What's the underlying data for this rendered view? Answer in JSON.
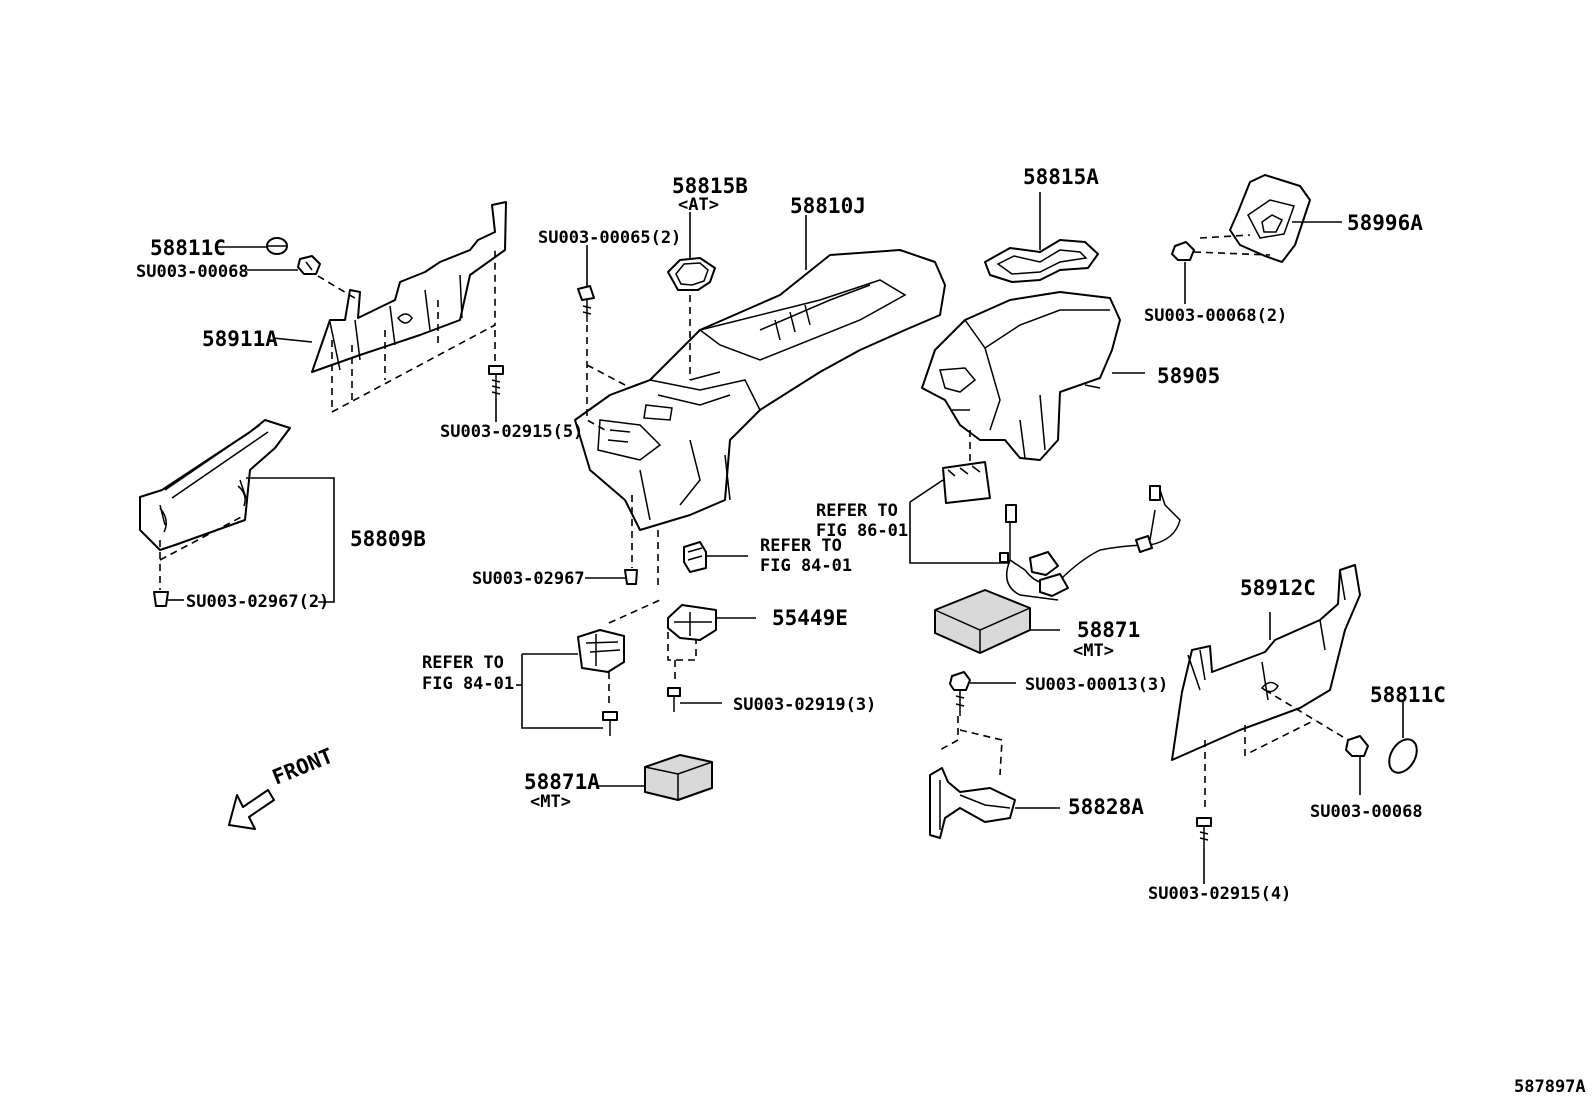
{
  "diagram_id": "587897A",
  "front_label": "FRONT",
  "labels": {
    "p58811C_left": "58811C",
    "su00068_left": "SU003-00068",
    "p58911A": "58911A",
    "su02915_5": "SU003-02915(5)",
    "p58809B": "58809B",
    "su02967_2": "SU003-02967(2)",
    "su00065_2": "SU003-00065(2)",
    "p58815B": "58815B",
    "at_note": "<AT>",
    "p58810J": "58810J",
    "su02967": "SU003-02967",
    "refer_84_01_a_1": "REFER TO",
    "refer_84_01_a_2": "FIG 84-01",
    "refer_84_01_b_1": "REFER TO",
    "refer_84_01_b_2": "FIG 84-01",
    "p55449E": "55449E",
    "su02919_3": "SU003-02919(3)",
    "p58871A": "58871A",
    "mt_note_a": "<MT>",
    "p58815A": "58815A",
    "p58996A": "58996A",
    "su00068_2": "SU003-00068(2)",
    "p58905": "58905",
    "refer_86_01_1": "REFER TO",
    "refer_86_01_2": "FIG 86-01",
    "p58871": "58871",
    "mt_note_b": "<MT>",
    "su00013_3": "SU003-00013(3)",
    "p58828A": "58828A",
    "p58912C": "58912C",
    "p58811C_right": "58811C",
    "su00068_right": "SU003-00068",
    "su02915_4": "SU003-02915(4)"
  }
}
